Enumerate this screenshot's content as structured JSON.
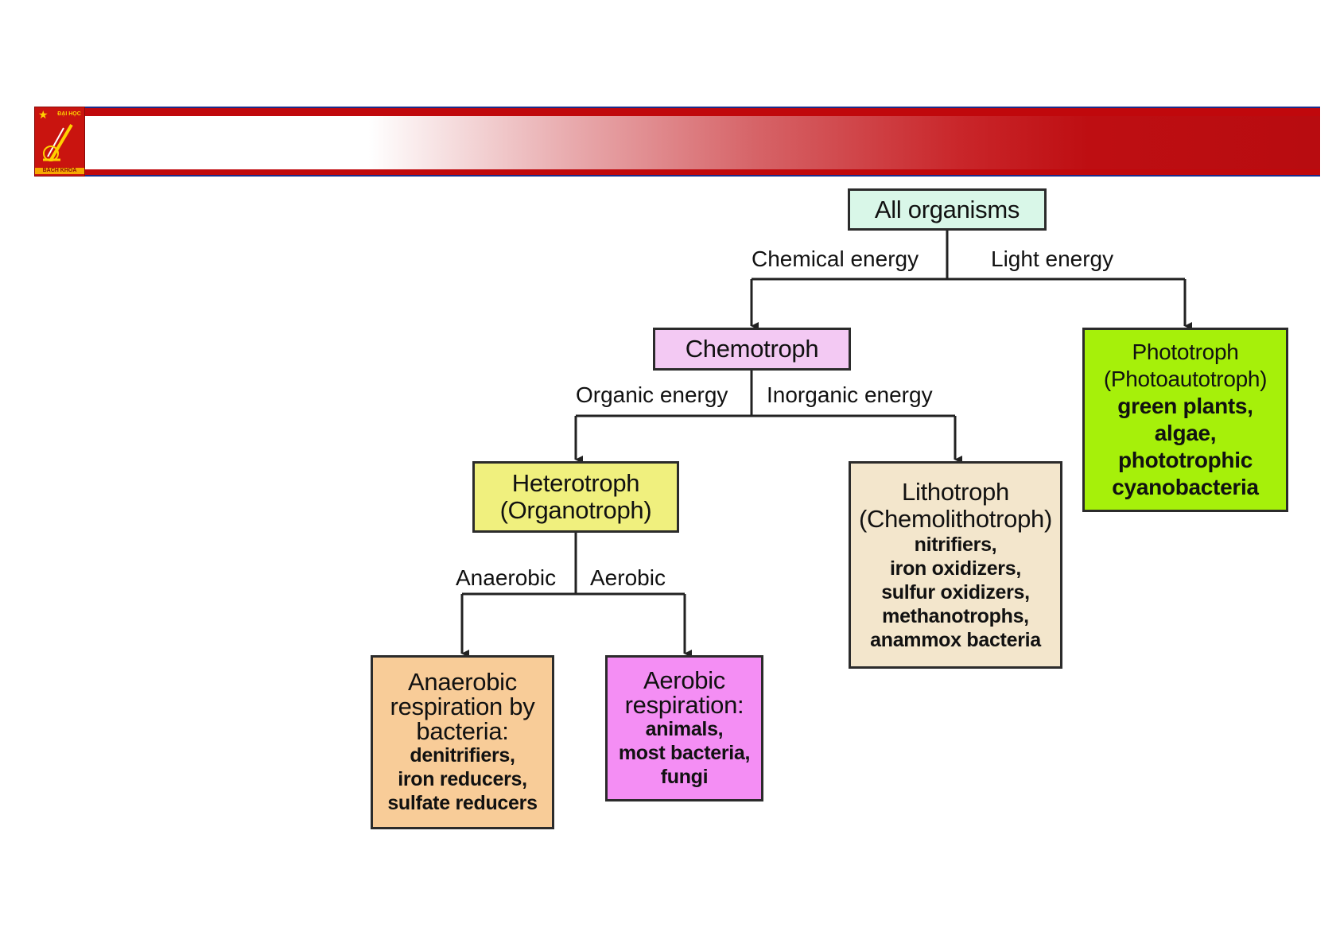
{
  "colors": {
    "banner_red": "#be0e12",
    "banner_border": "#1b2b8a",
    "all_organisms": "#d9f7e8",
    "chemotroph": "#f3c9f3",
    "phototroph": "#a6f00a",
    "heterotroph": "#f0f07e",
    "lithotroph": "#f3e6cc",
    "anaerobic": "#f8cc98",
    "aerobic": "#f48ef4"
  },
  "logo": {
    "top_text": "ĐẠI HỌC",
    "bottom_text": "BÁCH KHOA"
  },
  "nodes": {
    "all": {
      "title": "All organisms"
    },
    "chemotroph": {
      "title": "Chemotroph"
    },
    "phototroph": {
      "title_lines": [
        "Phototroph",
        "(Photoautotroph)"
      ],
      "desc_lines": [
        "green plants,",
        "algae,",
        "phototrophic",
        "cyanobacteria"
      ]
    },
    "heterotroph": {
      "title_lines": [
        "Heterotroph",
        "(Organotroph)"
      ]
    },
    "lithotroph": {
      "title_lines": [
        "Lithotroph",
        "(Chemolithotroph)"
      ],
      "desc_lines": [
        "nitrifiers,",
        "iron oxidizers,",
        "sulfur oxidizers,",
        "methanotrophs,",
        "anammox bacteria"
      ]
    },
    "anaerobic": {
      "title_lines": [
        "Anaerobic",
        "respiration by",
        "bacteria:"
      ],
      "desc_lines": [
        "denitrifiers,",
        "iron reducers,",
        "sulfate reducers"
      ]
    },
    "aerobic": {
      "title_lines": [
        "Aerobic",
        "respiration:"
      ],
      "desc_lines": [
        "animals,",
        "most bacteria,",
        "fungi"
      ]
    }
  },
  "edge_labels": {
    "chemical": "Chemical energy",
    "light": "Light energy",
    "organic": "Organic energy",
    "inorganic": "Inorganic energy",
    "anaerobic": "Anaerobic",
    "aerobic": "Aerobic"
  }
}
